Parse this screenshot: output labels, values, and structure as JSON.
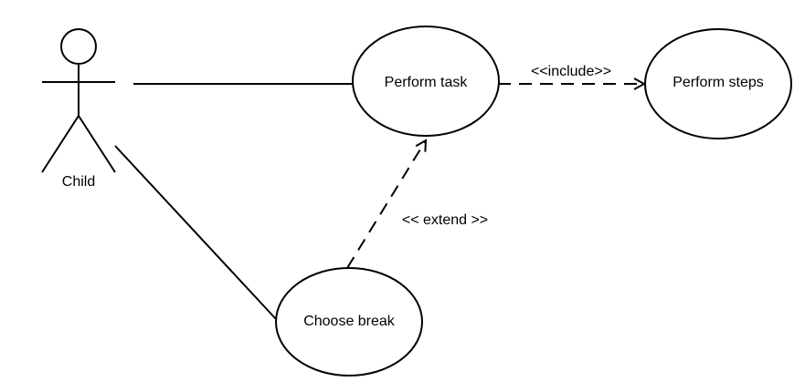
{
  "actor": {
    "name": "Child"
  },
  "use_cases": {
    "perform_task": "Perform task",
    "perform_steps": "Perform steps",
    "choose_break": "Choose break"
  },
  "relations": {
    "include": "<<include>>",
    "extend": "<< extend >>"
  }
}
